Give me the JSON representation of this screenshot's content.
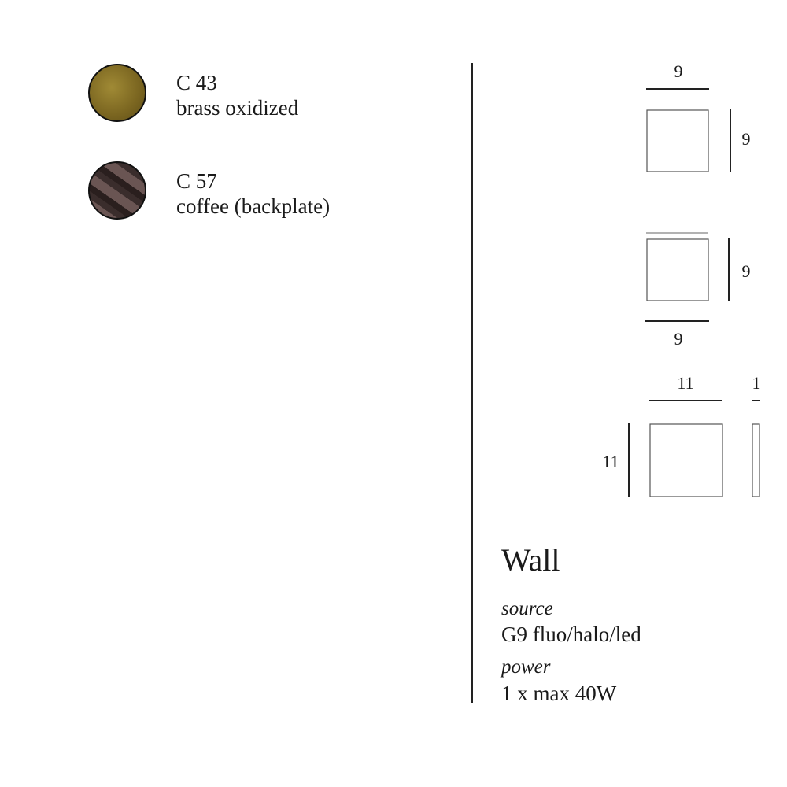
{
  "finishes": [
    {
      "code": "C 43",
      "name": "brass oxidized",
      "color": "#8a7426"
    },
    {
      "code": "C 57",
      "name": "coffee (backplate)",
      "color": "#4a3a38"
    }
  ],
  "diagrams": {
    "top_view": {
      "width": "9",
      "height": "9"
    },
    "side_view": {
      "height": "9",
      "width": "9"
    },
    "backplate": {
      "width": "11",
      "height": "11",
      "depth": "1"
    }
  },
  "product": {
    "title": "Wall",
    "source_label": "source",
    "source_value": "G9 fluo/halo/led",
    "power_label": "power",
    "power_value": "1 x max 40W"
  }
}
